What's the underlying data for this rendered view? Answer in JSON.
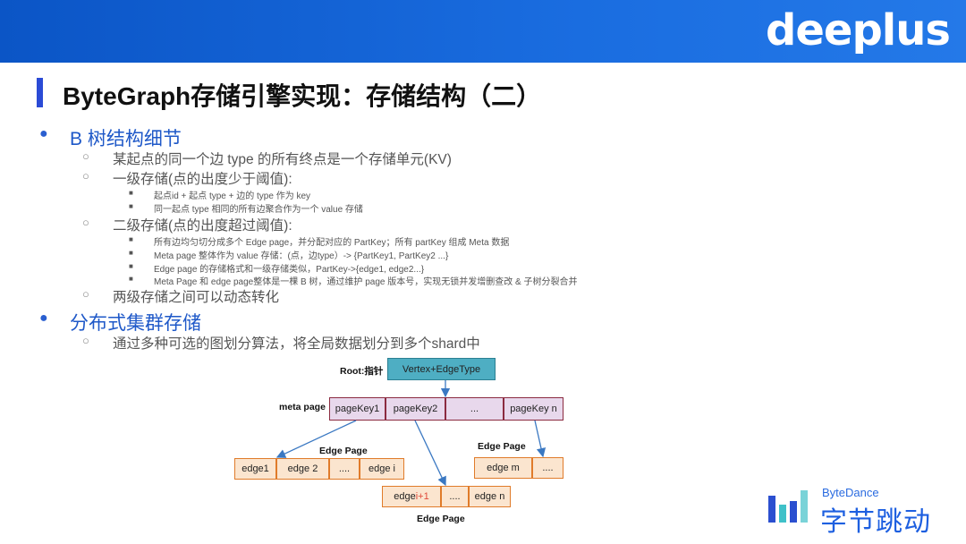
{
  "header": {
    "brand": "deeplus"
  },
  "title": "ByteGraph存储引擎实现：存储结构（二）",
  "bullets": {
    "b1": "B 树结构细节",
    "b1_1": "某起点的同一个边 type 的所有终点是一个存储单元(KV)",
    "b1_2": "一级存储(点的出度少于阈值):",
    "b1_2_1": "起点id + 起点 type + 边的 type 作为 key",
    "b1_2_2": "同一起点 type 相同的所有边聚合作为一个 value 存储",
    "b1_3": "二级存储(点的出度超过阈值):",
    "b1_3_1": "所有边均匀切分成多个 Edge page，并分配对应的 PartKey；所有 partKey 组成 Meta 数据",
    "b1_3_2": "Meta page 整体作为 value 存储：(点，边type）-> {PartKey1, PartKey2 ...}",
    "b1_3_3": "Edge page 的存储格式和一级存储类似，PartKey->{edge1, edge2...}",
    "b1_3_4": "Meta Page 和 edge page整体是一棵 B 树，通过维护 page 版本号，实现无锁并发增删查改 & 子树分裂合并",
    "b1_4": "两级存储之间可以动态转化",
    "b2": "分布式集群存储",
    "b2_1": "通过多种可选的图划分算法，将全局数据划分到多个shard中"
  },
  "diagram": {
    "root_label": "Root:指针",
    "root_box": "Vertex+EdgeType",
    "meta_label": "meta page",
    "meta_cells": [
      "pageKey1",
      "pageKey2",
      "...",
      "pageKey n"
    ],
    "edge_page_label": "Edge Page",
    "group1": [
      "edge1",
      "edge 2",
      "....",
      "edge i"
    ],
    "group2": [
      "edge m",
      "...."
    ],
    "group3_first_prefix": "edge ",
    "group3_first_suffix": "i+1",
    "group3": [
      "....",
      "edge n"
    ]
  },
  "footer": {
    "bytedance_en": "ByteDance",
    "bytedance_cn": "字节跳动"
  },
  "colors": {
    "header_blue": "#1a6de0",
    "accent": "#2b4bd6",
    "root_fill": "#4eaec3",
    "meta_border": "#8b2b40",
    "edge_border": "#e07b2a",
    "i_highlight": "#e04a3a"
  }
}
